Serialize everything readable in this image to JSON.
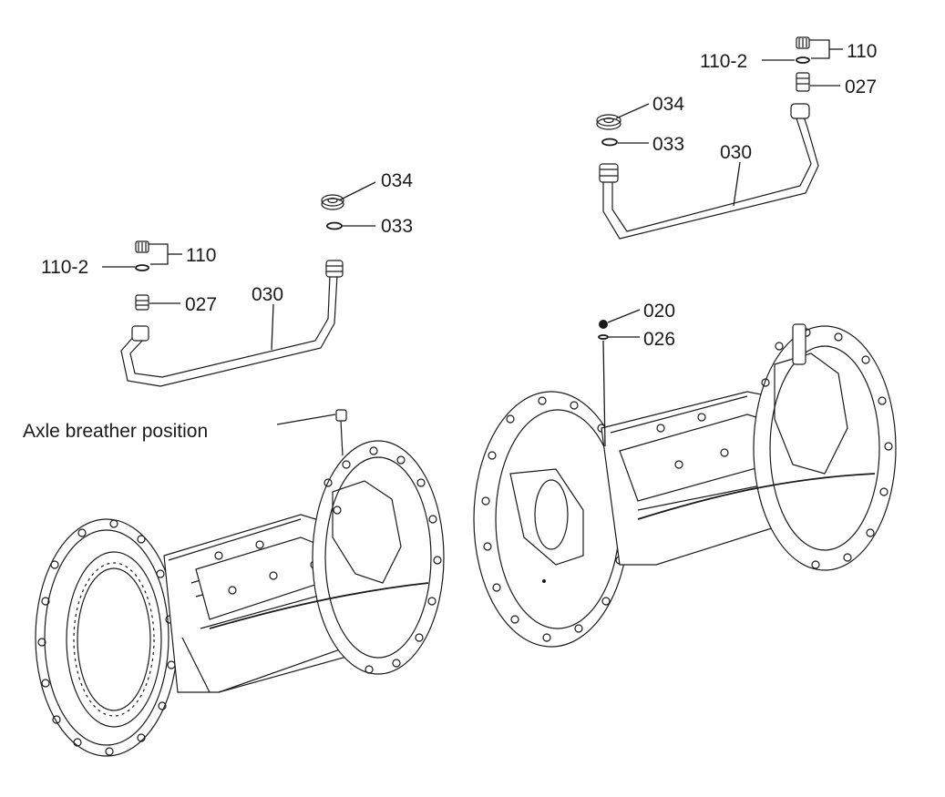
{
  "labels": {
    "breather": "Axle breather position",
    "left": {
      "p034": "034",
      "p033": "033",
      "p110": "110",
      "p110_2": "110-2",
      "p027": "027",
      "p030": "030"
    },
    "right": {
      "p110": "110",
      "p110_2": "110-2",
      "p027": "027",
      "p034": "034",
      "p033": "033",
      "p030": "030",
      "p020": "020",
      "p026": "026"
    }
  }
}
